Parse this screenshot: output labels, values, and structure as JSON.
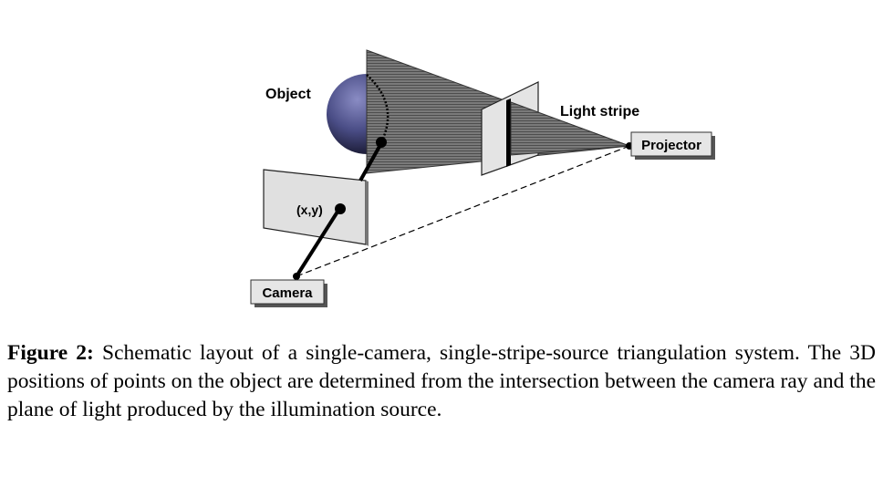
{
  "diagram": {
    "labels": {
      "object": "Object",
      "light_stripe": "Light stripe",
      "projector": "Projector",
      "camera": "Camera",
      "image_point": "(x,y)"
    }
  },
  "caption": {
    "label": "Figure 2:",
    "text": " Schematic layout of a single-camera, single-stripe-source triangulation system.  The 3D positions of points on the object are determined from the intersection between the camera ray and the plane of light produced by the illumination source."
  }
}
